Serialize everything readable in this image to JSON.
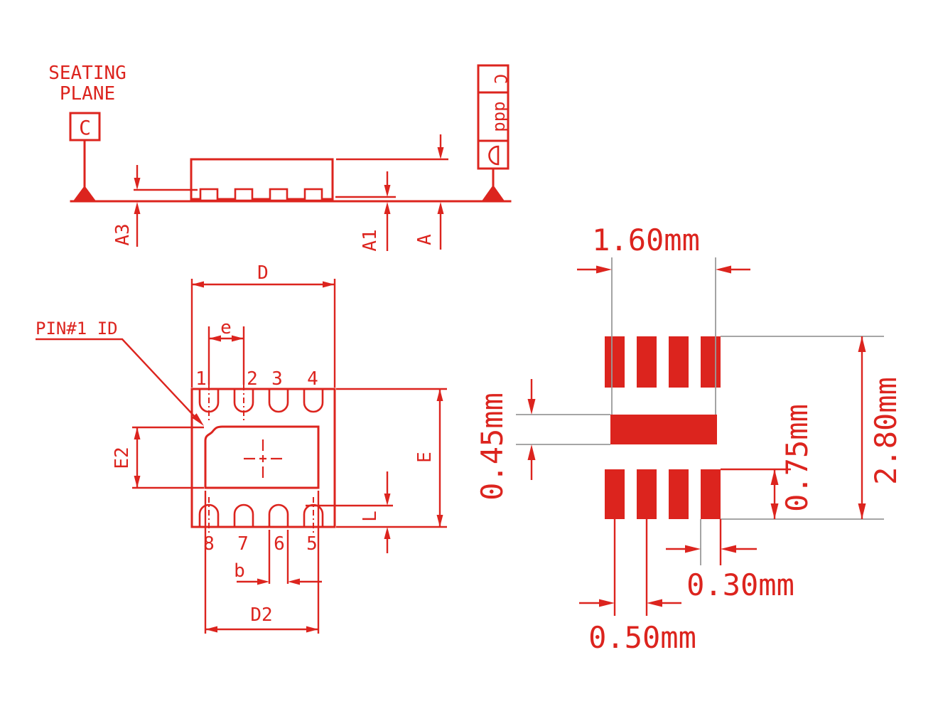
{
  "colors": {
    "line_red": "#DC241E",
    "extension_gray": "#9A9A9A",
    "background": "#FFFFFF"
  },
  "side_view": {
    "seating_plane_label_line1": "SEATING",
    "seating_plane_label_line2": "PLANE",
    "datum_box_label": "C",
    "dims": {
      "a3": "A3",
      "a1": "A1",
      "a": "A"
    },
    "symbols": {
      "datum_triangle": "filled-triangle"
    }
  },
  "datum_frame": {
    "cells": {
      "tolerance": "ddd",
      "datum": "C"
    },
    "symbols": {
      "profile": "surface-profile-semicircle",
      "datum_triangle": "filled-triangle"
    }
  },
  "top_view": {
    "pin1_label": "PIN#1 ID",
    "dims": {
      "d": "D",
      "e": "e",
      "e_cap": "E",
      "e2": "E2",
      "l": "L",
      "b": "b",
      "d2": "D2"
    },
    "pins_top": [
      "1",
      "2",
      "3",
      "4"
    ],
    "pins_bottom": [
      "8",
      "7",
      "6",
      "5"
    ]
  },
  "land_pattern": {
    "dims": {
      "center_pad_width": "1.60mm",
      "center_pad_height": "0.45mm",
      "overall_height": "2.80mm",
      "pad_height": "0.75mm",
      "pad_width": "0.30mm",
      "pad_pitch": "0.50mm"
    }
  }
}
